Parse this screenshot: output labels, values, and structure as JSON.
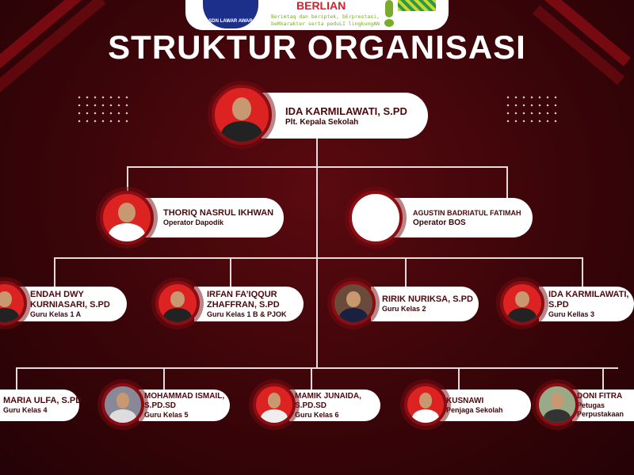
{
  "header": {
    "logo_text": "SDN LAWAR AWAR",
    "brand": "BERLIAN",
    "tagline_1": "Berimtaq dan beriptek, bErprestasi,",
    "tagline_2": "beRkarakter serta peduLI lingkungAN",
    "title": "STRUKTUR ORGANISASI"
  },
  "colors": {
    "background": "#3a0509",
    "accent": "#8a0d14",
    "card": "#ffffff",
    "text": "#4a0a0e"
  },
  "head": {
    "name": "IDA KARMILAWATI, S.PD",
    "role": "Plt. Kepala Sekolah"
  },
  "operators": [
    {
      "name": "THORIQ NASRUL IKHWAN",
      "role": "Operator Dapodik"
    },
    {
      "name": "AGUSTIN BADRIATUL FATIMAH",
      "role": "Operator BOS"
    }
  ],
  "teachers_row1": [
    {
      "name": "ENDAH DWY KURNIASARI, S.PD",
      "role": "Guru Kelas 1 A"
    },
    {
      "name": "IRFAN FA’IQQUR ZHAFFRAN, S.PD",
      "role": "Guru Kelas 1 B & PJOK"
    },
    {
      "name": "RIRIK NURIKSA, S.PD",
      "role": "Guru Kelas 2"
    },
    {
      "name": "IDA KARMILAWATI, S.PD",
      "role": "Guru Kellas 3"
    }
  ],
  "teachers_row2": [
    {
      "name": "MARIA ULFA, S.PD",
      "role": "Guru Kelas 4"
    },
    {
      "name": "MOHAMMAD ISMAIL, S.PD.SD",
      "role": "Guru Kelas 5"
    },
    {
      "name": "MAMIK JUNAIDA, S.PD.SD",
      "role": "Guru Kelas 6"
    },
    {
      "name": "KUSNAWI",
      "role": "Penjaga Sekolah"
    },
    {
      "name": "DONI FITRA",
      "role": "Petugas Perpustakaan"
    }
  ]
}
